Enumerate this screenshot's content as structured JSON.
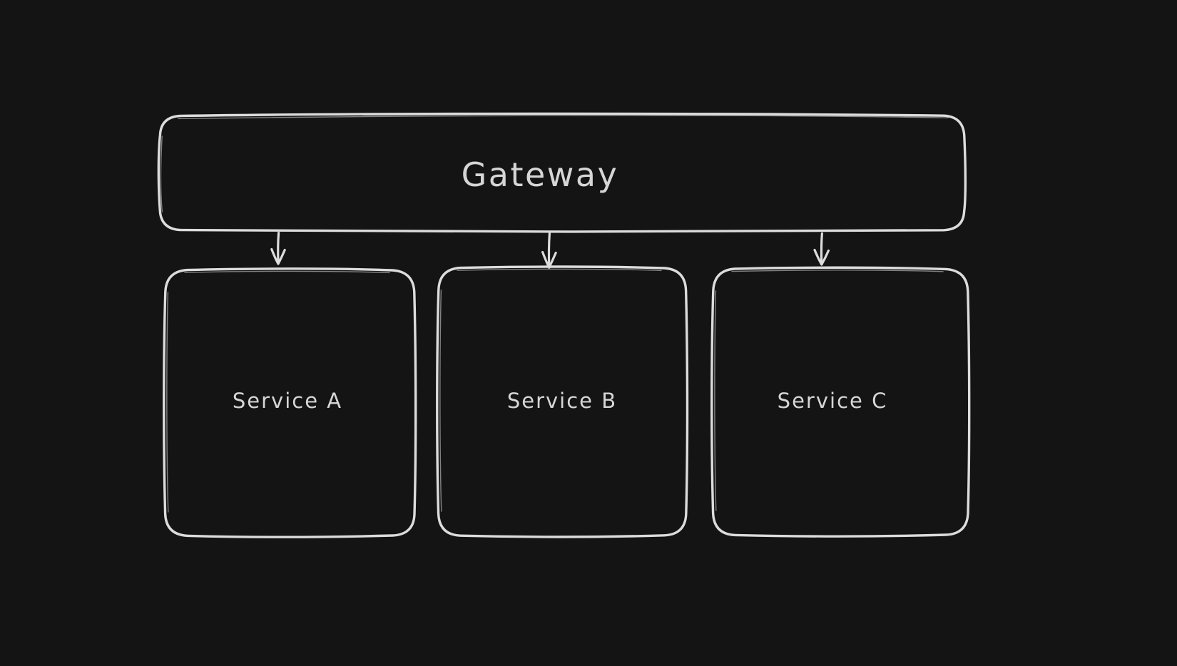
{
  "diagram": {
    "background_color": "#141414",
    "stroke_color": "#dcdcdc",
    "text_color": "#d6d6d6",
    "nodes": [
      {
        "id": "gateway",
        "label": "Gateway",
        "shape": "rounded-rectangle"
      },
      {
        "id": "service-a",
        "label": "Service A",
        "shape": "rounded-rectangle"
      },
      {
        "id": "service-b",
        "label": "Service B",
        "shape": "rounded-rectangle"
      },
      {
        "id": "service-c",
        "label": "Service C",
        "shape": "rounded-rectangle"
      }
    ],
    "edges": [
      {
        "from": "gateway",
        "to": "service-a",
        "type": "arrow-down"
      },
      {
        "from": "gateway",
        "to": "service-b",
        "type": "arrow-down"
      },
      {
        "from": "gateway",
        "to": "service-c",
        "type": "arrow-down"
      }
    ]
  }
}
